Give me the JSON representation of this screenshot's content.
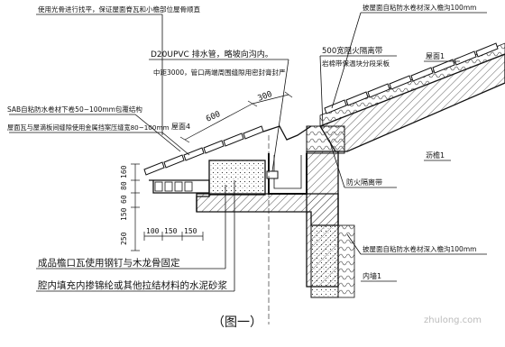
{
  "labels": {
    "top_note": "使用光骨进行找平，保证屋面脊瓦和小檐部位屋骨顺直",
    "right_top_note": "披屋面自粘防水卷材深入檐沟100mm",
    "pipe_note": "D20UPVC 排水管，略坡向沟内。",
    "pipe_note2": "中距3000，管口两端周围缝隙用密封膏封严",
    "firebreak_note": "500宽阻火隔离带",
    "firebreak_note2": "岩棉带保温块分段采板",
    "roof1": "屋面1",
    "sab_note": "SAB自粘防水卷材下卷50~100mm包覆结构",
    "tile_note": "屋面瓦与屋滴板间缝隙使用金属挡案压缝宽80~100mm",
    "roof4": "屋面4",
    "gutter": "沥檐1",
    "firebreak": "防火隔离带",
    "right_bottom_note": "披屋面自粘防水卷材深入檐沟100mm",
    "wall1": "内墙1",
    "bottom_note1": "成品檐口瓦使用钢钉与木龙骨固定",
    "bottom_note2": "腔内填充内掺锦纶或其他拉结材料的水泥砂浆",
    "caption": "（图一）",
    "watermark": "zhulong.com"
  },
  "dims": {
    "d600": "600",
    "d300": "300",
    "d160": "160",
    "d80": "80",
    "d60": "60",
    "d150": "150",
    "d250": "250",
    "d100": "100",
    "d150b": "150",
    "d150c": "150"
  },
  "colors": {
    "line": "#111111",
    "hatch": "#333333",
    "fill_light": "#eeeeee"
  }
}
